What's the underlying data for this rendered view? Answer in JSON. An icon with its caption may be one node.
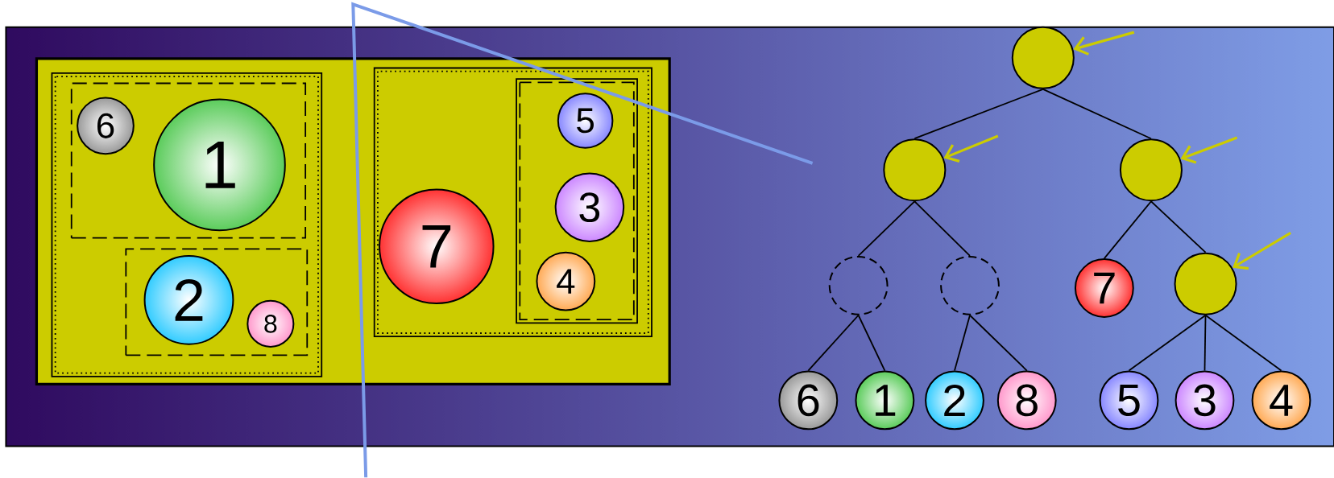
{
  "diagram": {
    "nodes": [
      {
        "text": [],
        "shape": "box"
      },
      {
        "text": [],
        "shape": "box",
        "in": 0
      },
      {
        "text": [],
        "shape": "box",
        "in": 1
      },
      {
        "text": [
          "6"
        ],
        "in": 2
      },
      {
        "text": [
          "1"
        ],
        "in": 2
      },
      {
        "text": [],
        "shape": "box",
        "in": 1
      },
      {
        "text": [
          "2"
        ],
        "in": 5
      },
      {
        "text": [
          "8"
        ],
        "in": 5
      },
      {
        "text": [],
        "shape": "box",
        "in": 0
      },
      {
        "text": [
          "7"
        ],
        "in": 8
      },
      {
        "text": [],
        "shape": "box",
        "in": 8
      },
      {
        "text": [
          "5"
        ],
        "in": 10
      },
      {
        "text": [
          "3"
        ],
        "in": 10
      },
      {
        "text": [
          "4"
        ],
        "in": 10
      },
      {
        "text": [],
        "shape": "circle"
      },
      {
        "text": [],
        "shape": "circle"
      },
      {
        "text": [],
        "shape": "circle"
      },
      {
        "text": [],
        "shape": "circle"
      },
      {
        "text": [],
        "shape": "circle"
      },
      {
        "text": [
          "7"
        ]
      },
      {
        "text": [],
        "shape": "circle"
      },
      {
        "text": [
          "6"
        ]
      },
      {
        "text": [
          "1"
        ]
      },
      {
        "text": [
          "2"
        ]
      },
      {
        "text": [
          "8"
        ]
      },
      {
        "text": [
          "5"
        ]
      },
      {
        "text": [
          "3"
        ]
      },
      {
        "text": [
          "4"
        ]
      }
    ],
    "edges": [
      {
        "from": 14,
        "to": 15,
        "arrow": "none"
      },
      {
        "from": 14,
        "to": 16,
        "arrow": "none"
      },
      {
        "from": 15,
        "to": 17,
        "arrow": "none"
      },
      {
        "from": 15,
        "to": 18,
        "arrow": "none"
      },
      {
        "from": 16,
        "to": 19,
        "arrow": "none"
      },
      {
        "from": 16,
        "to": 20,
        "arrow": "none"
      },
      {
        "from": 17,
        "to": 21,
        "arrow": "none"
      },
      {
        "from": 17,
        "to": 22,
        "arrow": "none"
      },
      {
        "from": 18,
        "to": 23,
        "arrow": "none"
      },
      {
        "from": 18,
        "to": 24,
        "arrow": "none"
      },
      {
        "from": 20,
        "to": 25,
        "arrow": "none"
      },
      {
        "from": 20,
        "to": 26,
        "arrow": "none"
      },
      {
        "from": 20,
        "to": 27,
        "arrow": "none"
      },
      {
        "from": null,
        "to": 14,
        "arrow": "to",
        "color": "#cccc00"
      },
      {
        "from": null,
        "to": 15,
        "arrow": "to",
        "color": "#cccc00"
      },
      {
        "from": null,
        "to": 16,
        "arrow": "to",
        "color": "#cccc00"
      },
      {
        "from": null,
        "to": 20,
        "arrow": "to",
        "color": "#cccc00"
      }
    ]
  }
}
